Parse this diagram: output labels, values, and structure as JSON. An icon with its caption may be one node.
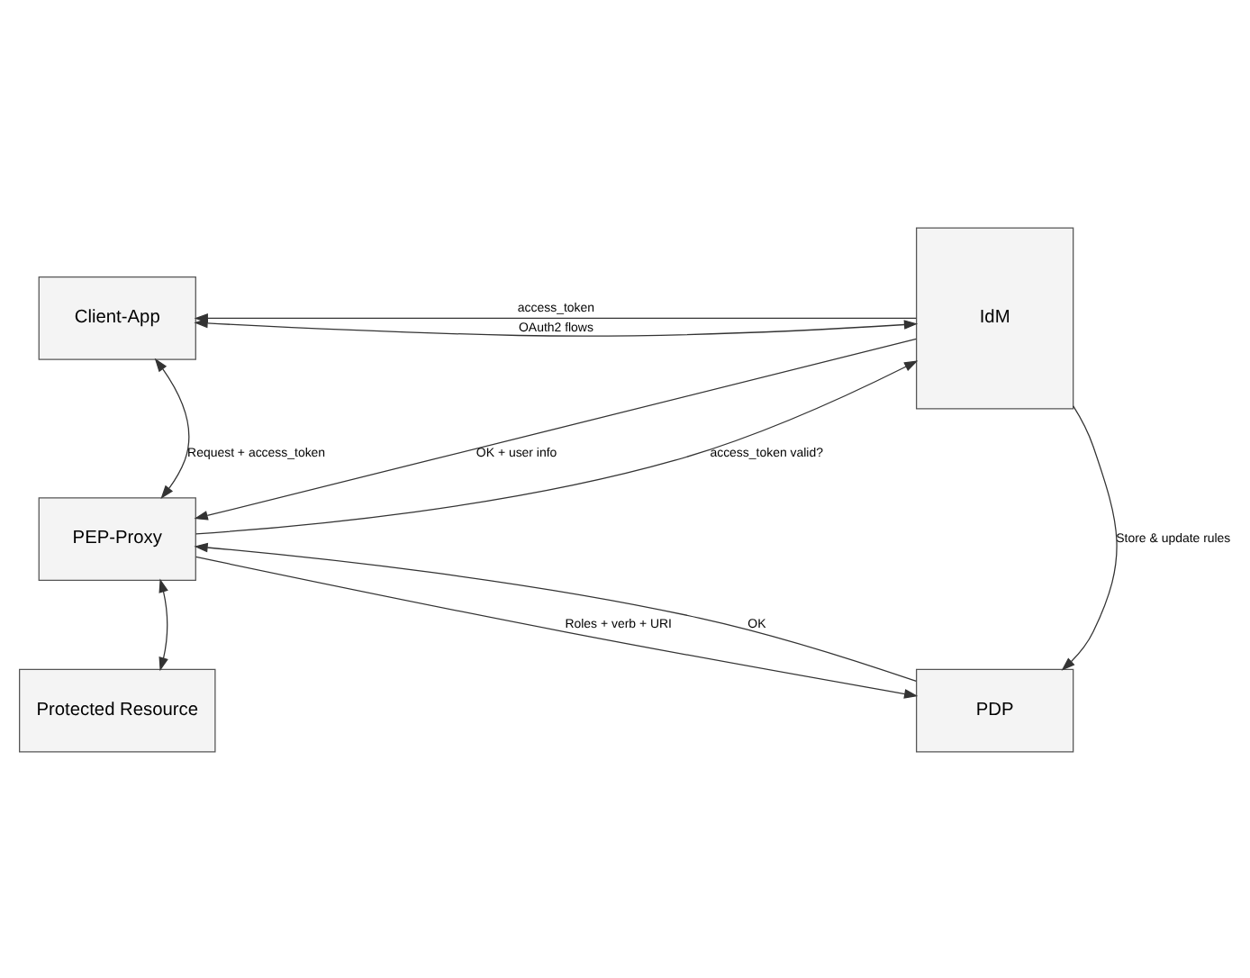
{
  "diagram": {
    "nodes": [
      {
        "text": [
          "Client-App"
        ]
      },
      {
        "text": [
          "IdM"
        ]
      },
      {
        "text": [
          "PEP-Proxy"
        ]
      },
      {
        "text": [
          "Protected Resource"
        ]
      },
      {
        "text": [
          "PDP"
        ]
      }
    ],
    "edges": [
      {
        "from": 0,
        "to": 1,
        "arrow": "both",
        "label": "OAuth2 flows"
      },
      {
        "from": 1,
        "to": 0,
        "arrow": "to",
        "label": "access_token"
      },
      {
        "from": 0,
        "to": 2,
        "arrow": "both",
        "label": "Request + access_token"
      },
      {
        "from": 2,
        "to": 1,
        "arrow": "to",
        "label": "access_token valid?"
      },
      {
        "from": 1,
        "to": 2,
        "arrow": "to",
        "label": "OK + user info"
      },
      {
        "from": 2,
        "to": 4,
        "arrow": "to",
        "label": "Roles + verb + URI"
      },
      {
        "from": 4,
        "to": 2,
        "arrow": "to",
        "label": "OK"
      },
      {
        "from": 2,
        "to": 3,
        "arrow": "both"
      },
      {
        "from": 1,
        "to": 4,
        "arrow": "to",
        "label": "Store & update rules"
      }
    ]
  }
}
